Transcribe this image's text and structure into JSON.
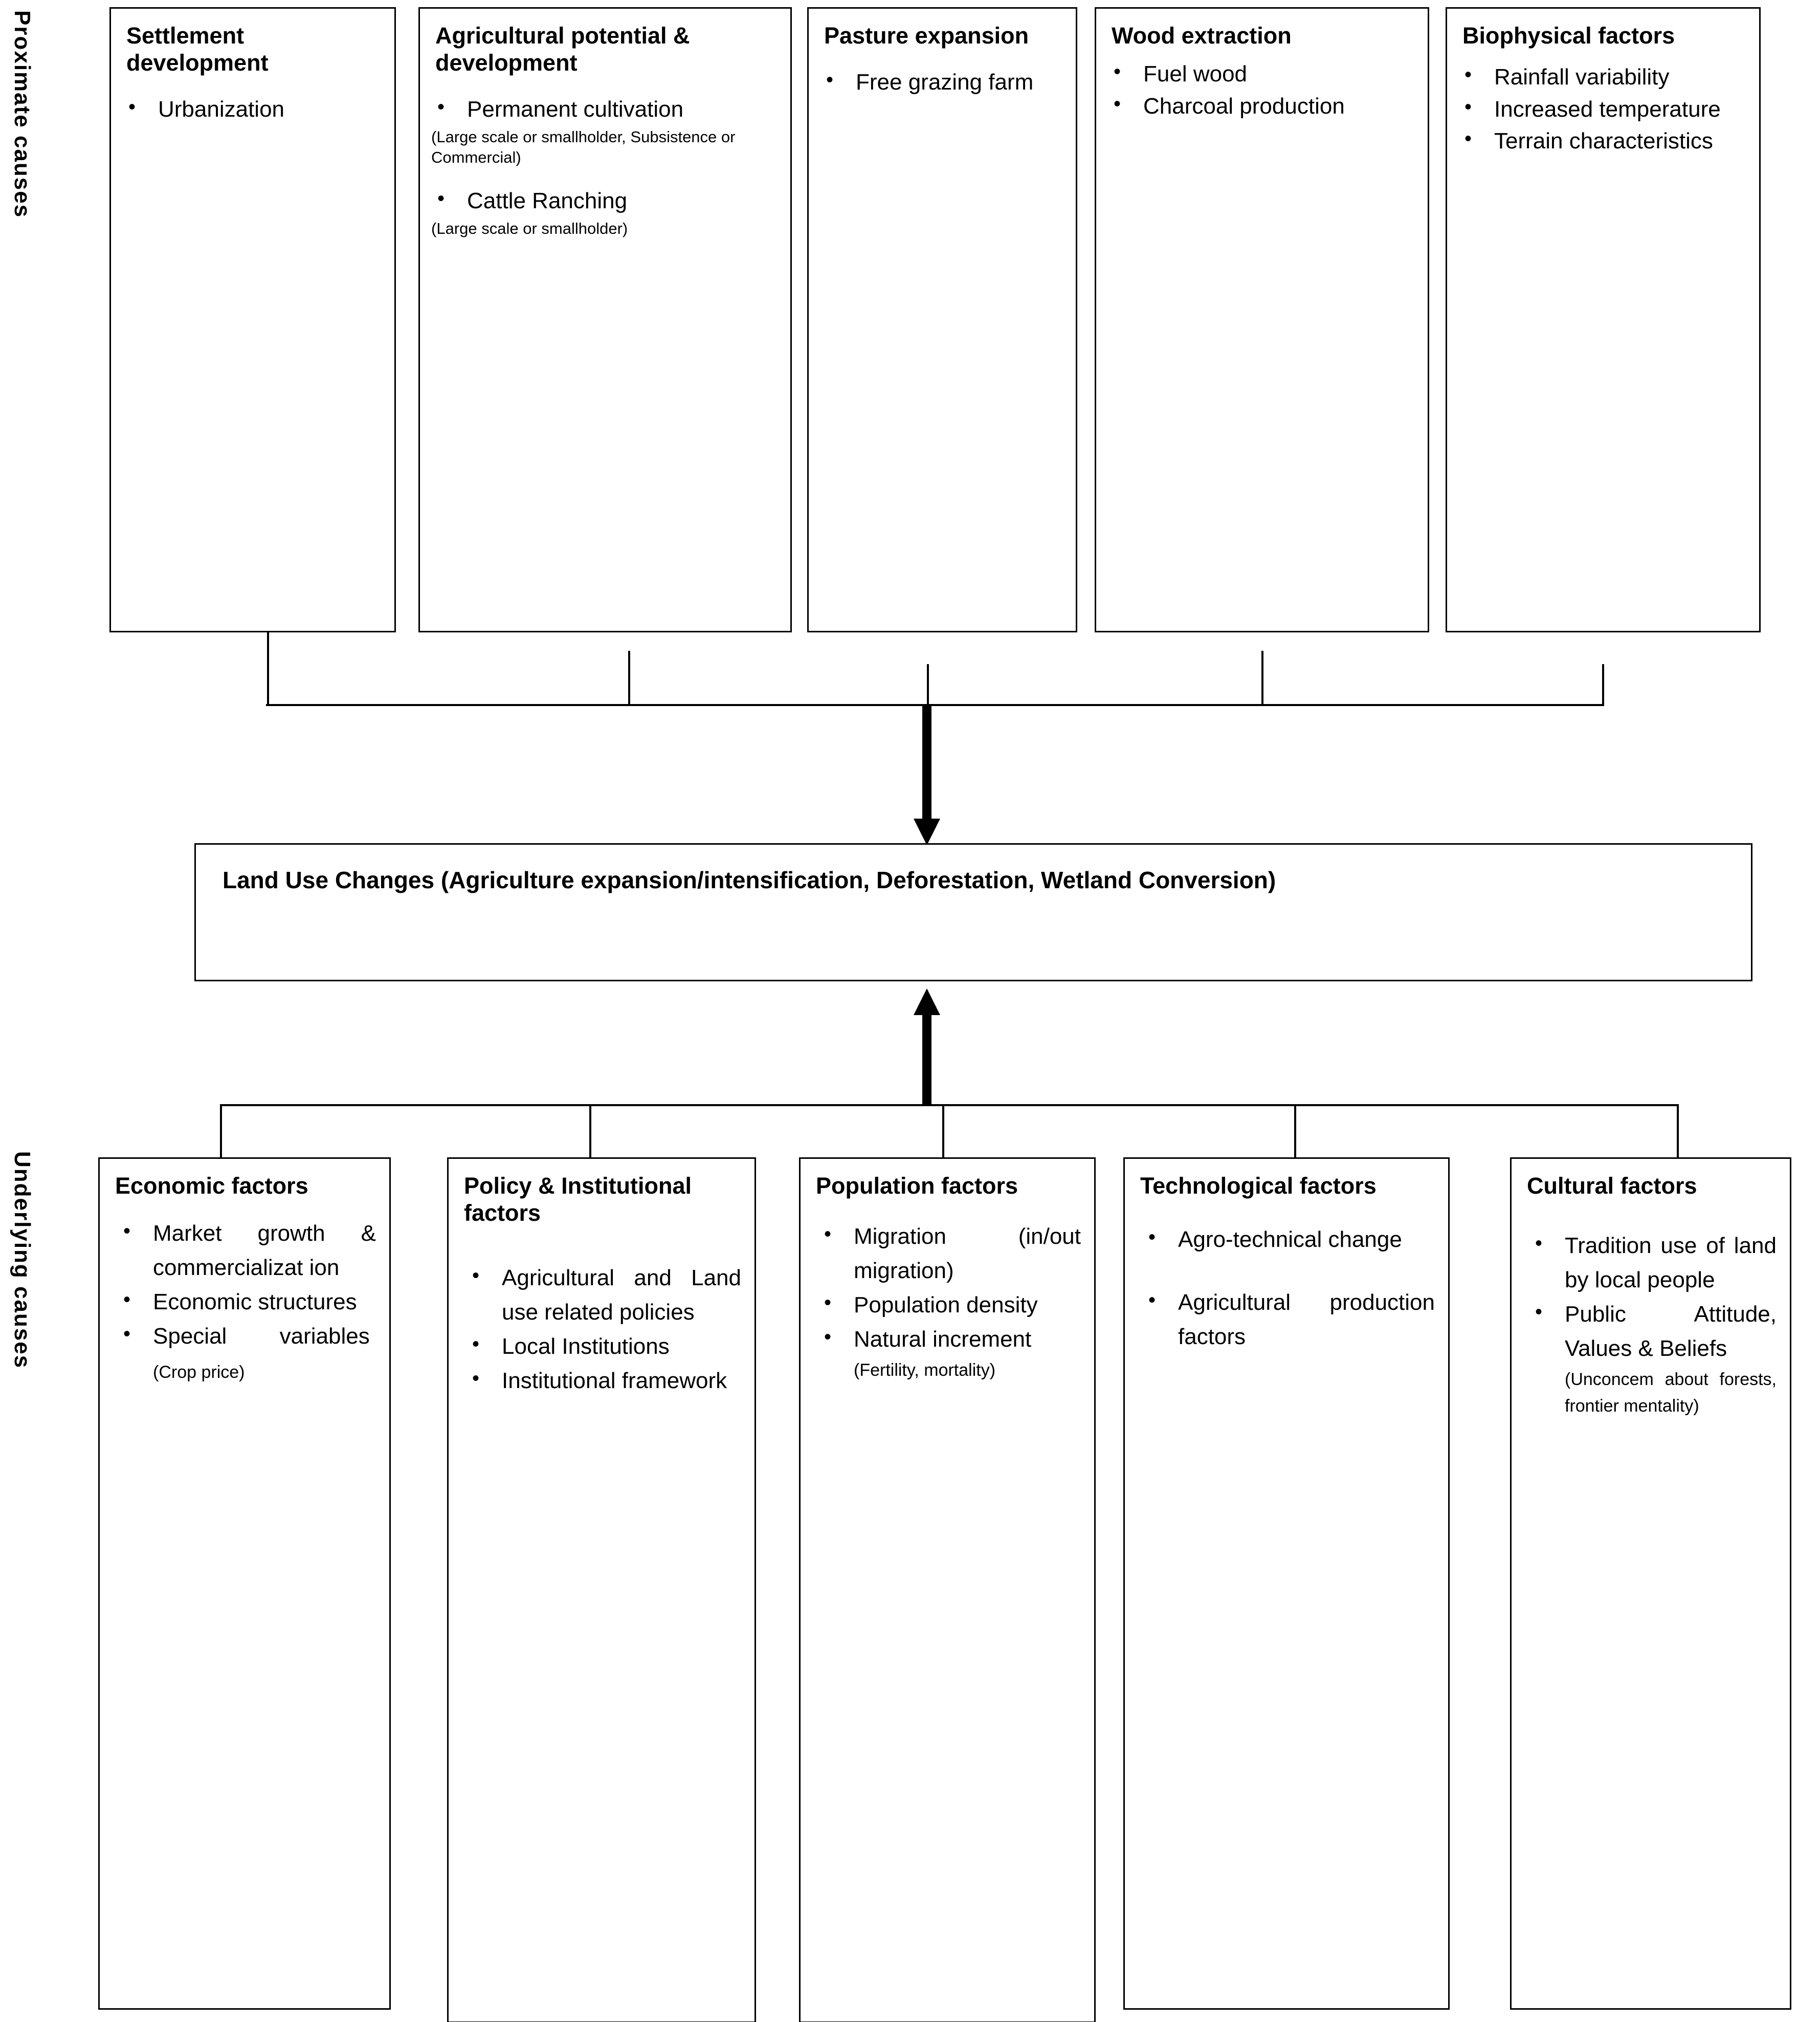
{
  "rails": {
    "proximate": "Proximate  causes",
    "underlying": "Underlying causes"
  },
  "proximate_boxes": [
    {
      "title": "Settlement development",
      "items": [
        "Urbanization"
      ],
      "subnotes": []
    },
    {
      "title": "Agricultural potential & development",
      "items": [
        "Permanent cultivation",
        "Cattle Ranching"
      ],
      "sub1": "(Large scale or smallholder, Subsistence or Commercial)",
      "sub2": "(Large scale or smallholder)"
    },
    {
      "title": "Pasture expansion",
      "items": [
        "Free grazing farm"
      ]
    },
    {
      "title": "Wood extraction",
      "items": [
        "Fuel wood",
        "Charcoal production"
      ]
    },
    {
      "title": "Biophysical factors",
      "items": [
        "Rainfall variability",
        "Increased temperature",
        "Terrain characteristics"
      ]
    }
  ],
  "center": {
    "text": "Land Use Changes (Agriculture expansion/intensification,  Deforestation, Wetland Conversion)"
  },
  "underlying_boxes": [
    {
      "title": "Economic factors",
      "items": [
        "Market growth & commercializat ion",
        "Economic structures"
      ],
      "last_item_main": "Special variables",
      "last_item_small": "(Crop price)"
    },
    {
      "title": "Policy & Institutional factors",
      "items": [
        "Agricultural and Land use related policies",
        "Local Institutions",
        "Institutional framework"
      ]
    },
    {
      "title": "Population factors",
      "items": [
        "Migration (in/out migration)",
        "Population density"
      ],
      "last_item_main": "Natural increment",
      "last_item_small": "(Fertility, mortality)"
    },
    {
      "title": "Technological factors",
      "items": [
        "Agro-technical change",
        "Agricultural production factors"
      ]
    },
    {
      "title": "Cultural factors",
      "items": [
        "Tradition use of land by local people"
      ],
      "last_item_main": "Public Attitude, Values & Beliefs",
      "last_item_small": "(Unconcem about forests, frontier mentality)"
    }
  ],
  "colors": {
    "stroke": "#000000",
    "background": "#ffffff"
  }
}
